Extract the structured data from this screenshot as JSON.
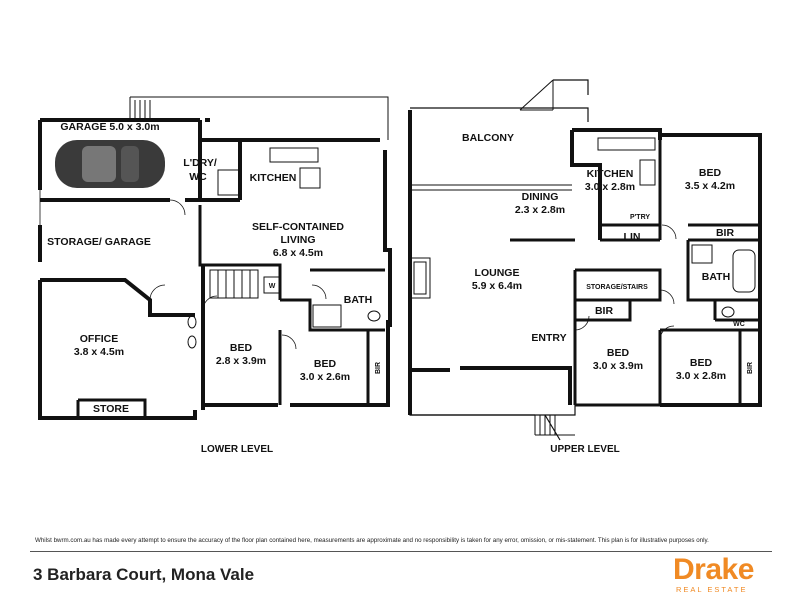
{
  "lower": {
    "garage": "GARAGE 5.0 x 3.0m",
    "laundry_1": "L'DRY/",
    "laundry_2": "WC",
    "kitchen": "KITCHEN",
    "living_1": "SELF-CONTAINED",
    "living_2": "LIVING",
    "living_3": "6.8 x 4.5m",
    "storage": "STORAGE/ GARAGE",
    "office_1": "OFFICE",
    "office_2": "3.8 x 4.5m",
    "store": "STORE",
    "bed1_1": "BED",
    "bed1_2": "2.8 x 3.9m",
    "bed2_1": "BED",
    "bed2_2": "3.0 x 2.6m",
    "bath": "BATH",
    "bir": "BIR",
    "washer": "W",
    "level": "LOWER LEVEL"
  },
  "upper": {
    "balcony": "BALCONY",
    "dining_1": "DINING",
    "dining_2": "2.3 x 2.8m",
    "kitchen_1": "KITCHEN",
    "kitchen_2": "3.0 x 2.8m",
    "bed1_1": "BED",
    "bed1_2": "3.5 x 4.2m",
    "pantry": "P'TRY",
    "lin": "LIN",
    "bir1": "BIR",
    "bath": "BATH",
    "lounge_1": "LOUNGE",
    "lounge_2": "5.9 x 6.4m",
    "storage_stairs": "STORAGE/STAIRS",
    "bir2": "BIR",
    "wc": "WC",
    "entry": "ENTRY",
    "bed2_1": "BED",
    "bed2_2": "3.0 x 3.9m",
    "bed3_1": "BED",
    "bed3_2": "3.0 x 2.8m",
    "bir3": "BIR",
    "level": "UPPER LEVEL"
  },
  "footer": {
    "disclaimer": "Whilst bwrm.com.au has made every attempt to ensure the accuracy of the floor plan contained here, measurements are approximate and no responsibility is taken for any error, omission, or mis-statement. This plan is for illustrative purposes only.",
    "address": "3 Barbara Court, Mona Vale",
    "logo_word": "Drake",
    "logo_sub": "REAL ESTATE",
    "brand_color": "#f08a24"
  }
}
